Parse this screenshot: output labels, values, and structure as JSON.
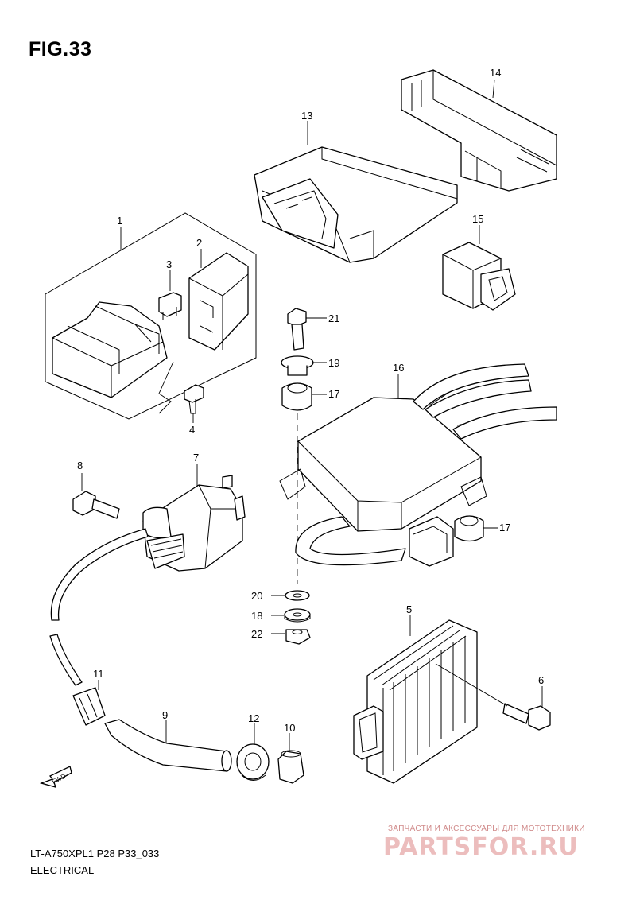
{
  "figure_title": "FIG.33",
  "footer": {
    "model_code": "LT-A750XPL1 P28 P33_033",
    "section": "ELECTRICAL"
  },
  "watermark": {
    "caption": "ЗАПЧАСТИ И АКСЕССУАРЫ ДЛЯ МОТОТЕХНИКИ",
    "logo": "PARTSFOR.RU"
  },
  "direction_arrow": "FWD",
  "callouts": {
    "c1": "1",
    "c2": "2",
    "c3": "3",
    "c4": "4",
    "c5": "5",
    "c6": "6",
    "c7": "7",
    "c8": "8",
    "c9": "9",
    "c10": "10",
    "c11": "11",
    "c12": "12",
    "c13": "13",
    "c14": "14",
    "c15": "15",
    "c16": "16",
    "c17a": "17",
    "c17b": "17",
    "c18": "18",
    "c19": "19",
    "c20": "20",
    "c21": "21",
    "c22": "22"
  }
}
